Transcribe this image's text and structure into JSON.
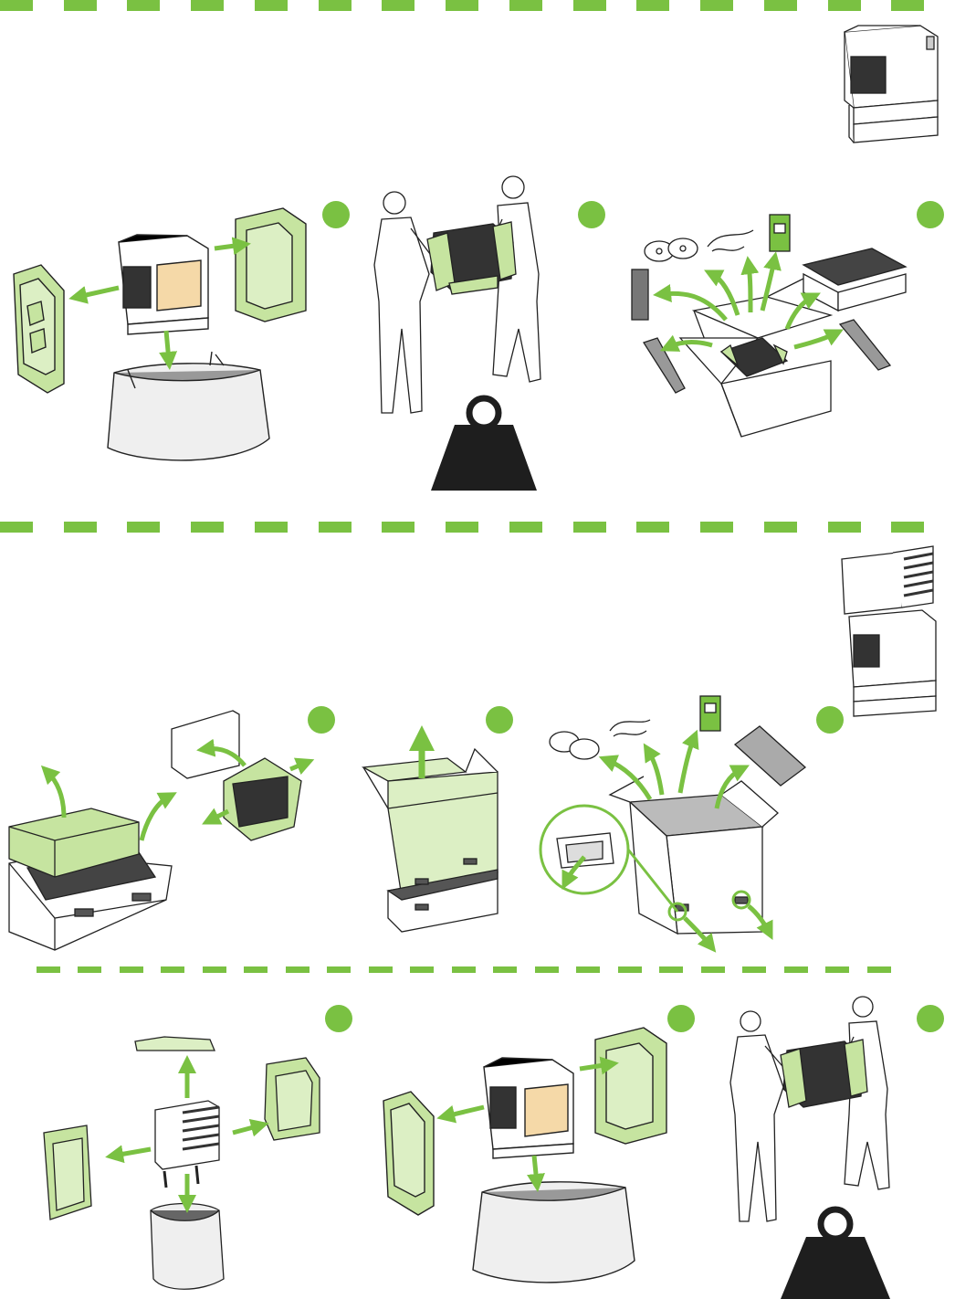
{
  "colors": {
    "accent_green": "#7ac142",
    "foam_light": "#dcefc4",
    "foam_mid": "#c6e4a0",
    "line": "#222222",
    "weight": "#1e1e1e",
    "toner_window": "#f5d9a8",
    "bag_gray": "#efefef"
  },
  "icons": {
    "printer_base": "printer-icon",
    "printer_mailbox": "printer-with-mailbox-icon",
    "weight": "weight-icon",
    "arrow": "arrow-icon"
  },
  "steps": [
    {
      "id": "s1",
      "label": ""
    },
    {
      "id": "s2",
      "label": ""
    },
    {
      "id": "s3",
      "label": ""
    },
    {
      "id": "s4",
      "label": ""
    },
    {
      "id": "s5",
      "label": ""
    },
    {
      "id": "s6",
      "label": ""
    },
    {
      "id": "s7",
      "label": ""
    },
    {
      "id": "s8",
      "label": ""
    },
    {
      "id": "s9",
      "label": ""
    }
  ]
}
